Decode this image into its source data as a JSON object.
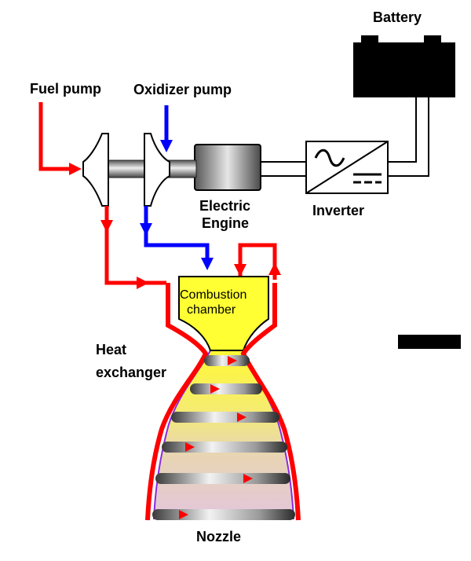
{
  "labels": {
    "battery": "Battery",
    "fuel_pump": "Fuel pump",
    "oxidizer_pump": "Oxidizer pump",
    "electric_engine_line1": "Electric",
    "electric_engine_line2": "Engine",
    "inverter": "Inverter",
    "combustion_line1": "Combustion",
    "combustion_line2": "chamber",
    "heat_line1": "Heat",
    "heat_line2": "exchanger",
    "nozzle": "Nozzle"
  },
  "colors": {
    "fuel_line": "#ff0000",
    "oxidizer_line": "#0000ff",
    "chamber_fill": "#ffff33",
    "battery_fill": "#000000"
  }
}
